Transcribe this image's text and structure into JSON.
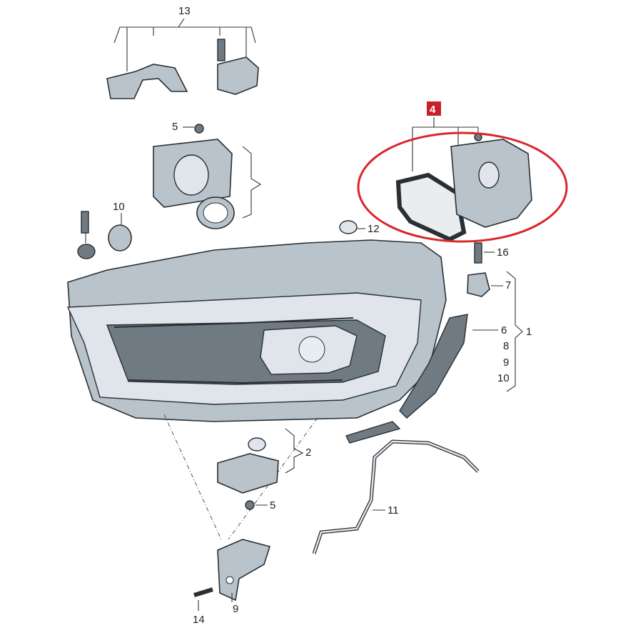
{
  "diagram": {
    "title": "Headlamp assembly exploded parts diagram",
    "labels": {
      "p13": "13",
      "p5a": "5",
      "p10a": "10",
      "p12": "12",
      "p4": "4",
      "p16": "16",
      "p7": "7",
      "p6": "6",
      "p1": "1",
      "p8": "8",
      "p9a": "9",
      "p10b": "10",
      "p2": "2",
      "p5b": "5",
      "p11": "11",
      "p14": "14",
      "p9b": "9"
    },
    "highlight": {
      "part": "4",
      "color": "#d9262b"
    },
    "colors": {
      "part_fill": "#b8c3cc",
      "outline": "#2a2f33",
      "highlight_box": "#c8202a"
    }
  }
}
